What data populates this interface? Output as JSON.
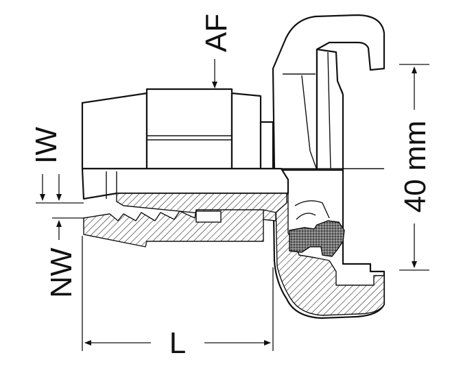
{
  "labels": {
    "af": "AF",
    "iw": "IW",
    "nw": "NW",
    "length": "L",
    "size": "40 mm"
  },
  "colors": {
    "line": "#111111",
    "background": "#ffffff",
    "seal": "#555555"
  }
}
